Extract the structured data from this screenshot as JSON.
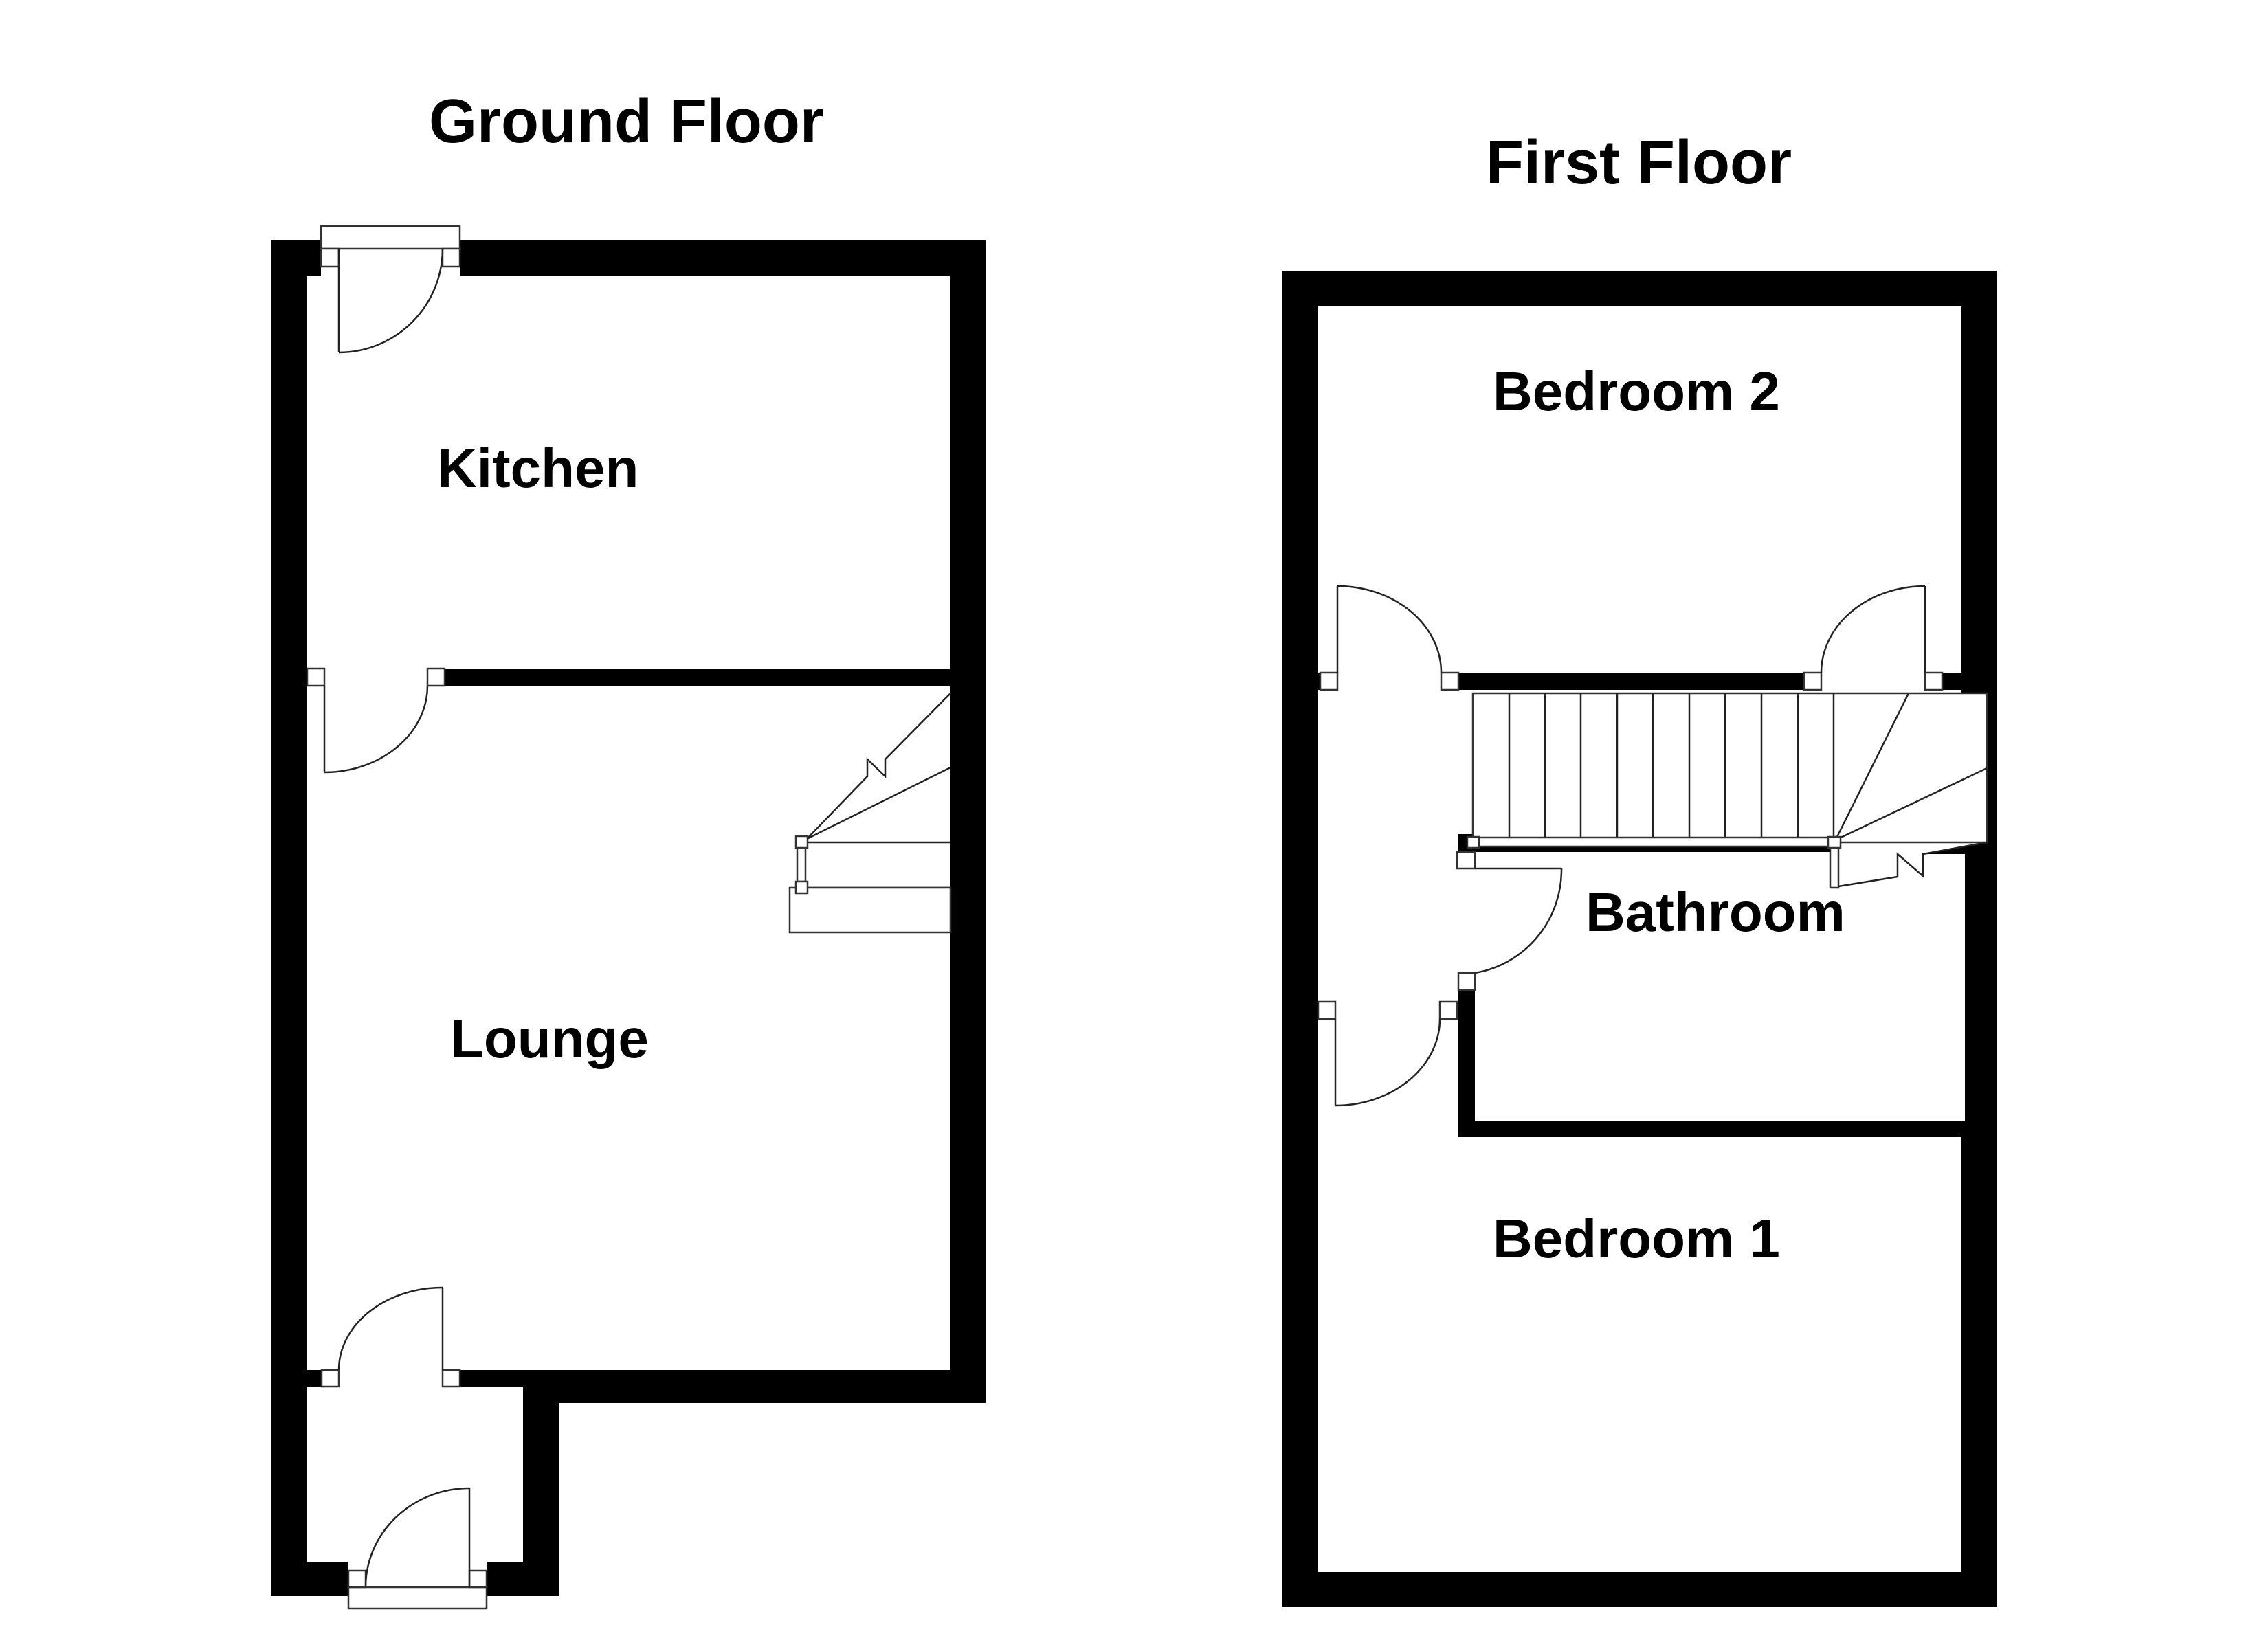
{
  "colors": {
    "wall": "#000000",
    "background": "#ffffff",
    "line": "#222222"
  },
  "ground_floor": {
    "title": "Ground Floor",
    "rooms": [
      {
        "name": "Kitchen"
      },
      {
        "name": "Lounge"
      }
    ],
    "doors": [
      "kitchen-back-door",
      "kitchen-lounge-door",
      "lounge-porch-door",
      "front-door"
    ],
    "stairs": "winder-staircase"
  },
  "first_floor": {
    "title": "First Floor",
    "rooms": [
      {
        "name": "Bedroom 2"
      },
      {
        "name": "Bathroom"
      },
      {
        "name": "Bedroom 1"
      }
    ],
    "doors": [
      "bedroom-2-left-door",
      "bedroom-2-right-door",
      "bathroom-door",
      "bedroom-1-door"
    ],
    "stairs": "straight-flight-with-winders",
    "stair_tread_count": 11
  }
}
